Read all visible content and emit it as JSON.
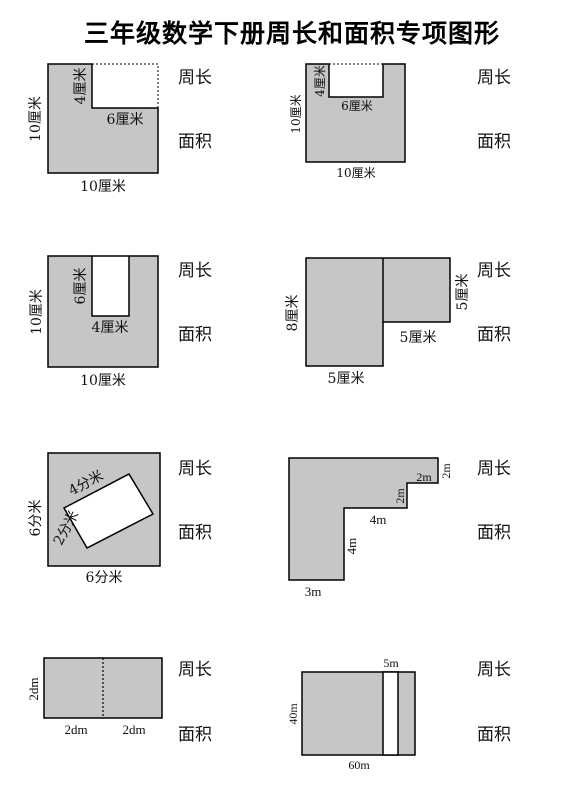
{
  "title": "三年级数学下册周长和面积专项图形",
  "perimeter_label": "周长",
  "area_label": "面积",
  "figures": [
    {
      "labels": [
        "10厘米",
        "4厘米",
        "6厘米",
        "10厘米"
      ]
    },
    {
      "labels": [
        "10厘米",
        "4厘米",
        "6厘米",
        "10厘米"
      ]
    },
    {
      "labels": [
        "10厘米",
        "6厘米",
        "4厘米",
        "10厘米"
      ]
    },
    {
      "labels": [
        "8厘米",
        "5厘米",
        "5厘米",
        "5厘米"
      ]
    },
    {
      "labels": [
        "6分米",
        "4分米",
        "2分米",
        "6分米"
      ]
    },
    {
      "labels": [
        "2m",
        "2m",
        "2m",
        "4m",
        "4m",
        "3m"
      ]
    },
    {
      "labels": [
        "2dm",
        "2dm",
        "2dm"
      ]
    },
    {
      "labels": [
        "5m",
        "40m",
        "60m"
      ]
    }
  ]
}
